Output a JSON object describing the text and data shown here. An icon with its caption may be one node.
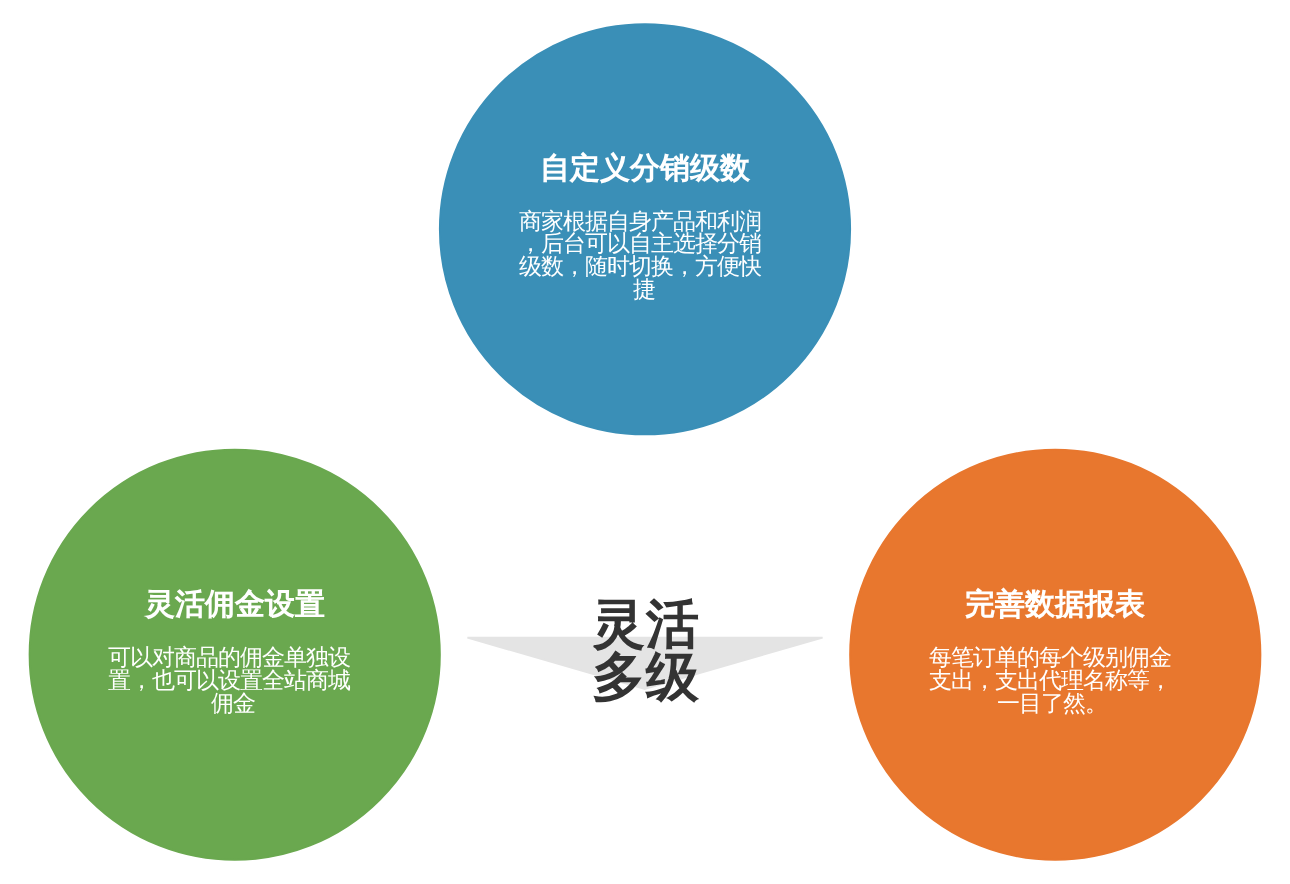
{
  "diagram": {
    "nodes": [
      {
        "text": [
          "自定义分销级数",
          "商家根据自身产品和利润，后台可以自主选择分销级数，随时切换，方便快捷"
        ]
      },
      {
        "text": [
          "灵活佣金设置",
          "可以对商品的佣金单独设置，也可以设置全站商城佣金"
        ]
      },
      {
        "text": [
          "灵活多级"
        ]
      },
      {
        "text": [
          "完善数据报表",
          "每笔订单的每个级别佣金支出，支出代理名称等，一目了然。"
        ]
      }
    ],
    "edges": []
  }
}
